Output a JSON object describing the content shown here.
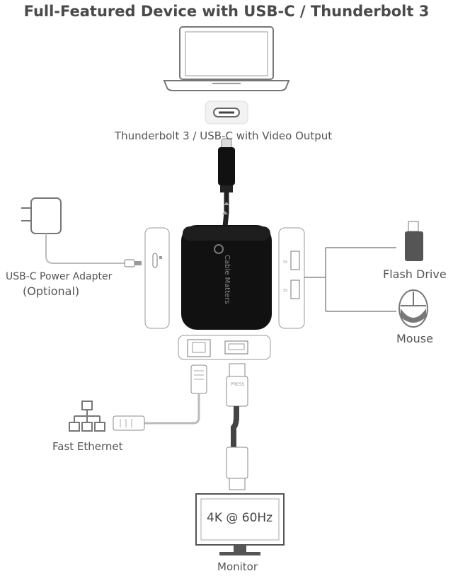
{
  "title": "Full-Featured Device with USB-C / Thunderbolt 3",
  "labels": {
    "host_port": "Thunderbolt 3 / USB-C with Video Output",
    "power_adapter_line1": "USB-C Power Adapter",
    "power_adapter_line2": "(Optional)",
    "flash_drive": "Flash Drive",
    "mouse": "Mouse",
    "fast_ethernet": "Fast Ethernet",
    "monitor_screen": "4K @ 60Hz",
    "monitor": "Monitor",
    "hub_brand": "Cable Matters"
  },
  "icons": [
    "laptop-icon",
    "usb-c-port-icon",
    "power-adapter-icon",
    "flash-drive-icon",
    "mouse-icon",
    "network-icon",
    "monitor-icon"
  ],
  "colors": {
    "hub": "#111111",
    "lines": "#555555",
    "text": "#555555"
  }
}
